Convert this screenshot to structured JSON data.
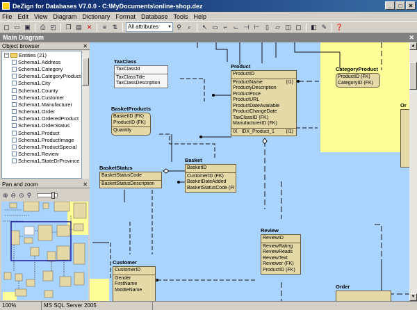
{
  "window": {
    "title": "DeZign for Databases V7.0.0 - C:\\MyDocuments\\online-shop.dez"
  },
  "menu": [
    "File",
    "Edit",
    "View",
    "Diagram",
    "Dictionary",
    "Format",
    "Database",
    "Tools",
    "Help"
  ],
  "toolbar": {
    "filter": "All attributes"
  },
  "diagram_tab": {
    "title": "Main Diagram"
  },
  "object_browser": {
    "title": "Object browser",
    "root": "Entities (21)",
    "items": [
      "Schema1.Address",
      "Schema1.Category",
      "Schema1.CategoryProduct",
      "Schema1.City",
      "Schema1.County",
      "Schema1.Customer",
      "Schema1.Manufacturer",
      "Schema1.Order",
      "Schema1.OrderedProduct",
      "Schema1.OrderStatus",
      "Schema1.Product",
      "Schema1.ProductImage",
      "Schema1.ProductSpecial",
      "Schema1.Review",
      "Schema1.StateDrProvince"
    ]
  },
  "pan_zoom": {
    "title": "Pan and zoom"
  },
  "status": {
    "zoom": "100%",
    "db": "MS SQL Server 2005"
  },
  "colors": {
    "canvas": "#a9d4ff",
    "entity": "#e6d9a8",
    "highlight": "#ffff99",
    "title_start": "#0a246a",
    "title_end": "#3a6ea5"
  },
  "entities": {
    "taxclass": {
      "name": "TaxClass",
      "pk": [
        "TaxClassId"
      ],
      "attrs": [
        "TaxClassTitle",
        "TaxClassDescription"
      ]
    },
    "product": {
      "name": "Product",
      "pk": [
        "ProductID"
      ],
      "attrs": [
        "ProductName",
        "ProductyDescription",
        "ProductPrice",
        "ProductURL",
        "ProductDateAvailable",
        "ProductChangeDate",
        "TaxClassID (FK)",
        "ManufacturerID (FK)"
      ],
      "attr_tag": "(I1)",
      "index": "IX",
      "index_name": "IDX_Product_1",
      "index_tag": "(I1)"
    },
    "basketproducts": {
      "name": "BasketProducts",
      "pk": [
        "BasketID (FK)",
        "ProductID (FK)"
      ],
      "attrs": [
        "Quantity"
      ]
    },
    "basketstatus": {
      "name": "BasketStatus",
      "pk": [
        "BasketStatusCode"
      ],
      "attrs": [
        "BasketStatusDescription"
      ]
    },
    "basket": {
      "name": "Basket",
      "pk": [
        "BasketID"
      ],
      "attrs": [
        "CustomerID (FK)",
        "BasketDateAdded",
        "BasketStatusCode (FK)"
      ]
    },
    "categoryproduct": {
      "name": "CategoryProduct",
      "pk": [
        "ProductID (FK)",
        "CategoryID (FK)"
      ]
    },
    "review": {
      "name": "Review",
      "pk": [
        "ReviewID"
      ],
      "attrs": [
        "ReviewRating",
        "ReviewReads",
        "ReviewText",
        "Reviewer (FK)",
        "ProductID (FK)"
      ]
    },
    "customer": {
      "name": "Customer",
      "pk": [
        "CustomerID"
      ],
      "attrs": [
        "Gender",
        "FirstName",
        "MiddleName"
      ]
    },
    "order": {
      "name": "Order"
    },
    "orderclip": {
      "name": "Or"
    }
  }
}
